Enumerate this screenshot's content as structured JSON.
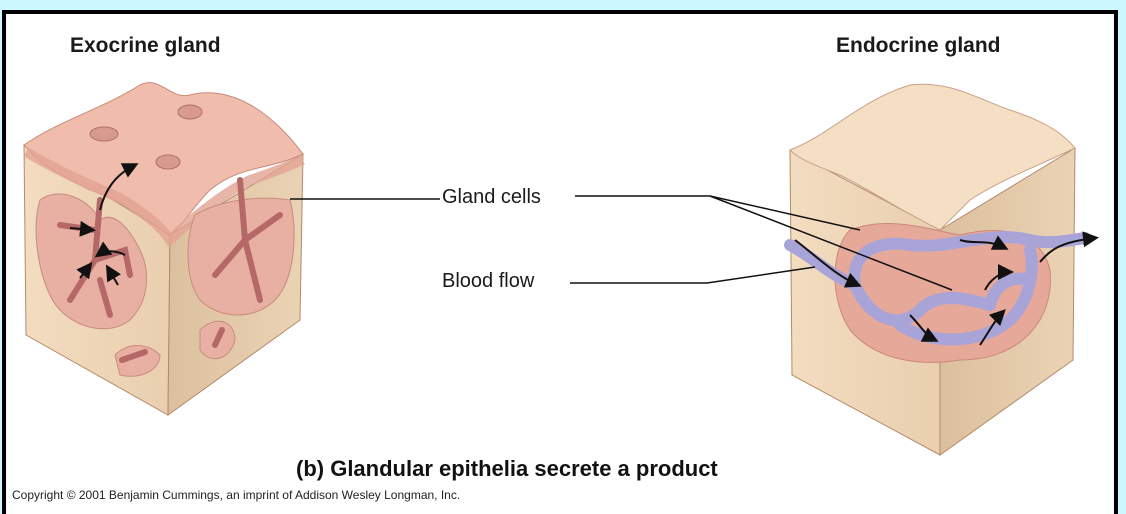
{
  "diagram": {
    "left_title": "Exocrine gland",
    "right_title": "Endocrine gland",
    "labels": {
      "gland_cells": "Gland cells",
      "blood_flow": "Blood flow"
    },
    "caption": "(b) Glandular epithelia secrete a product",
    "copyright": "Copyright © 2001 Benjamin Cummings, an imprint of Addison Wesley Longman, Inc.",
    "colors": {
      "background": "#ccf9ff",
      "panel": "#ffffff",
      "border": "#000000",
      "epithelium_pink": "#e8b2a4",
      "tissue_tan": "#efd6b8",
      "duct_dark": "#b86c6c",
      "capillary_blue": "#a9a4d8"
    }
  }
}
